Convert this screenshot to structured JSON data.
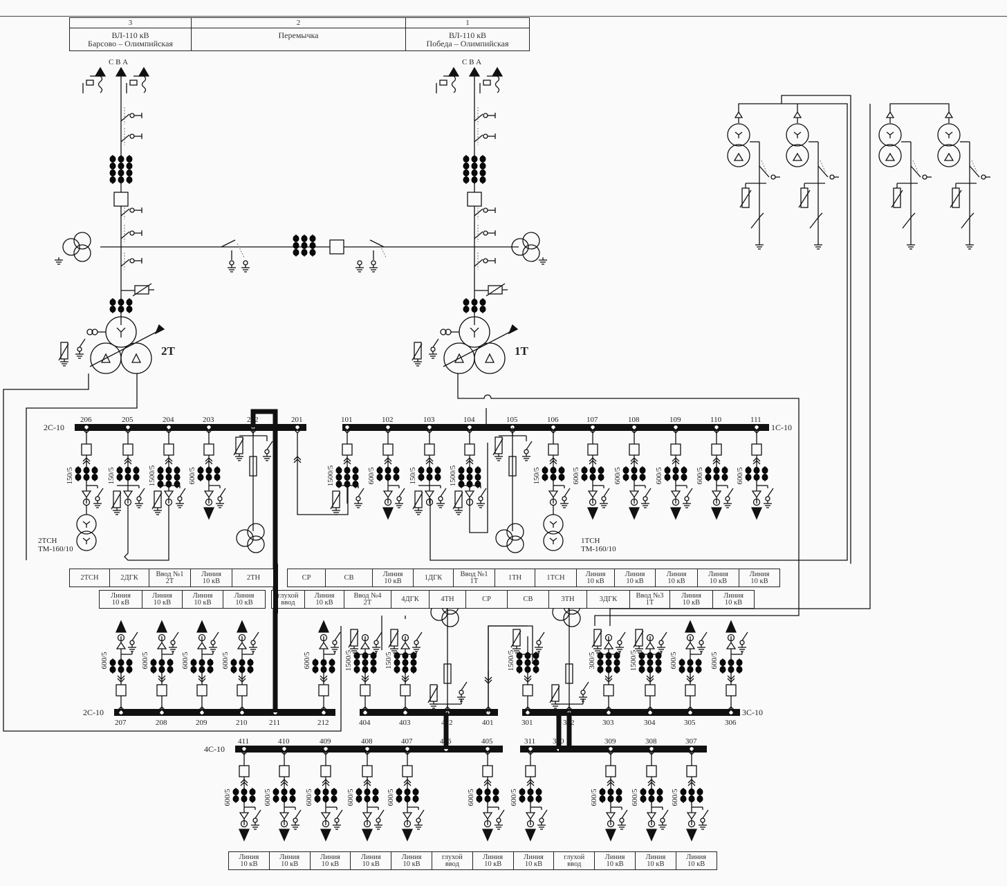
{
  "header": [
    {
      "num": "3",
      "title": "ВЛ-110 кВ\nБарсово – Олимпийская"
    },
    {
      "num": "2",
      "title": "Перемычка"
    },
    {
      "num": "1",
      "title": "ВЛ-110 кВ\nПобеда – Олимпийская"
    }
  ],
  "hv": {
    "phases_left": "С В А",
    "phases_right": "С В А",
    "t2": "2Т",
    "t1": "1Т"
  },
  "tsn": {
    "left": "2ТСН\nТМ-160/10",
    "right": "1ТСН\nТМ-160/10"
  },
  "buses": {
    "s2_top": "2С-10",
    "s1_top": "1С-10",
    "s2_low": "2С-10",
    "s3": "3С-10",
    "s4": "4С-10"
  },
  "feeders": {
    "s2_top": [
      {
        "num": "206",
        "ct": "150/5",
        "kind": "tsn"
      },
      {
        "num": "205",
        "ct": "150/5",
        "kind": "dgk"
      },
      {
        "num": "204",
        "ct": "1500/5",
        "kind": "input"
      },
      {
        "num": "203",
        "ct": "600/5",
        "kind": "line"
      },
      {
        "num": "202",
        "ct": "",
        "kind": "tn"
      },
      {
        "num": "201",
        "ct": "",
        "kind": "sr"
      }
    ],
    "s1_top": [
      {
        "num": "101",
        "ct": "1500/5",
        "kind": "sv"
      },
      {
        "num": "102",
        "ct": "600/5",
        "kind": "line"
      },
      {
        "num": "103",
        "ct": "150/5",
        "kind": "dgk"
      },
      {
        "num": "104",
        "ct": "1500/5",
        "kind": "input"
      },
      {
        "num": "105",
        "ct": "",
        "kind": "tn"
      },
      {
        "num": "106",
        "ct": "150/5",
        "kind": "tsn"
      },
      {
        "num": "107",
        "ct": "600/5",
        "kind": "line"
      },
      {
        "num": "108",
        "ct": "600/5",
        "kind": "line"
      },
      {
        "num": "109",
        "ct": "600/5",
        "kind": "line"
      },
      {
        "num": "110",
        "ct": "600/5",
        "kind": "line"
      },
      {
        "num": "111",
        "ct": "600/5",
        "kind": "line"
      }
    ],
    "s2_low": [
      {
        "num": "207",
        "ct": "600/5",
        "kind": "line"
      },
      {
        "num": "208",
        "ct": "600/5",
        "kind": "line"
      },
      {
        "num": "209",
        "ct": "600/5",
        "kind": "line"
      },
      {
        "num": "210",
        "ct": "600/5",
        "kind": "line"
      },
      {
        "num": "211",
        "ct": "",
        "kind": "blind"
      },
      {
        "num": "212",
        "ct": "600/5",
        "kind": "line"
      }
    ],
    "s4_upper": [
      {
        "num": "404",
        "ct": "1500/5",
        "kind": "input"
      },
      {
        "num": "403",
        "ct": "150/5",
        "kind": "dgk"
      },
      {
        "num": "402",
        "ct": "",
        "kind": "tn"
      },
      {
        "num": "401",
        "ct": "",
        "kind": "sr"
      }
    ],
    "s3": [
      {
        "num": "301",
        "ct": "1500/5",
        "kind": "sv"
      },
      {
        "num": "302",
        "ct": "",
        "kind": "tn"
      },
      {
        "num": "303",
        "ct": "300/5",
        "kind": "dgk"
      },
      {
        "num": "304",
        "ct": "1500/5",
        "kind": "input"
      },
      {
        "num": "305",
        "ct": "600/5",
        "kind": "line"
      },
      {
        "num": "306",
        "ct": "600/5",
        "kind": "line"
      }
    ],
    "s4": [
      {
        "num": "411",
        "ct": "600/5",
        "kind": "line"
      },
      {
        "num": "410",
        "ct": "600/5",
        "kind": "line"
      },
      {
        "num": "409",
        "ct": "600/5",
        "kind": "line"
      },
      {
        "num": "408",
        "ct": "600/5",
        "kind": "line"
      },
      {
        "num": "407",
        "ct": "600/5",
        "kind": "line"
      },
      {
        "num": "406",
        "ct": "",
        "kind": "tie"
      },
      {
        "num": "405",
        "ct": "600/5",
        "kind": "line"
      }
    ],
    "s3_lower": [
      {
        "num": "311",
        "ct": "600/5",
        "kind": "line"
      },
      {
        "num": "310",
        "ct": "",
        "kind": "tie"
      },
      {
        "num": "309",
        "ct": "600/5",
        "kind": "line"
      },
      {
        "num": "308",
        "ct": "600/5",
        "kind": "line"
      },
      {
        "num": "307",
        "ct": "600/5",
        "kind": "line"
      }
    ]
  },
  "tables": {
    "row1": [
      "2ТСН",
      "2ДГК",
      "Ввод №1\n2Т",
      "Линия\n10 кВ",
      "2ТН",
      "СР",
      "СВ",
      "Линия\n10 кВ",
      "1ДГК",
      "Ввод №1\n1Т",
      "1ТН",
      "1ТСН",
      "Линия\n10 кВ",
      "Линия\n10 кВ",
      "Линия\n10 кВ",
      "Линия\n10 кВ",
      "Линия\n10 кВ"
    ],
    "row2": [
      "Линия\n10 кВ",
      "Линия\n10 кВ",
      "Линия\n10 кВ",
      "Линия\n10 кВ",
      "глухой\nввод",
      "Линия\n10 кВ",
      "Ввод №4\n2Т",
      "4ДГК",
      "4ТН",
      "СР",
      "СВ",
      "3ТН",
      "3ДГК",
      "Ввод №3\n1Т",
      "Линия\n10 кВ",
      "Линия\n10 кВ"
    ],
    "row3": [
      "Линия\n10 кВ",
      "Линия\n10 кВ",
      "Линия\n10 кВ",
      "Линия\n10 кВ",
      "Линия\n10 кВ",
      "глухой\nввод",
      "Линия\n10 кВ",
      "Линия\n10 кВ",
      "глухой\nввод",
      "Линия\n10 кВ",
      "Линия\n10 кВ",
      "Линия\n10 кВ"
    ]
  }
}
